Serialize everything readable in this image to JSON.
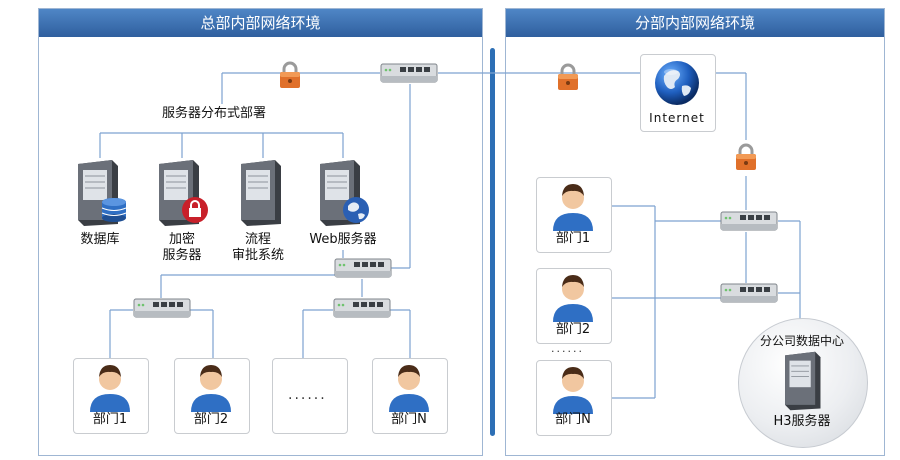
{
  "panels": {
    "hq_title": "总部内部网络环境",
    "branch_title": "分部内部网络环境"
  },
  "hq": {
    "server_group_title": "服务器分布式部署",
    "servers": [
      {
        "label": "数据库",
        "icon": "database-server-icon"
      },
      {
        "label_line1": "加密",
        "label_line2": "服务器",
        "icon": "encryption-server-icon"
      },
      {
        "label_line1": "流程",
        "label_line2": "审批系统",
        "icon": "workflow-server-icon"
      },
      {
        "label": "Web服务器",
        "icon": "web-server-icon"
      }
    ],
    "departments": [
      "部门1",
      "部门2",
      "......",
      "部门N"
    ]
  },
  "branch": {
    "internet_label": "Internet",
    "departments": [
      "部门1",
      "部门2",
      "......",
      "部门N"
    ],
    "datacenter_title": "分公司数据中心",
    "datacenter_server": "H3服务器"
  },
  "colors": {
    "header": "#3c74b8",
    "line": "#7da2d0",
    "divider": "#2d6fb5",
    "lock": "#e0702a"
  }
}
